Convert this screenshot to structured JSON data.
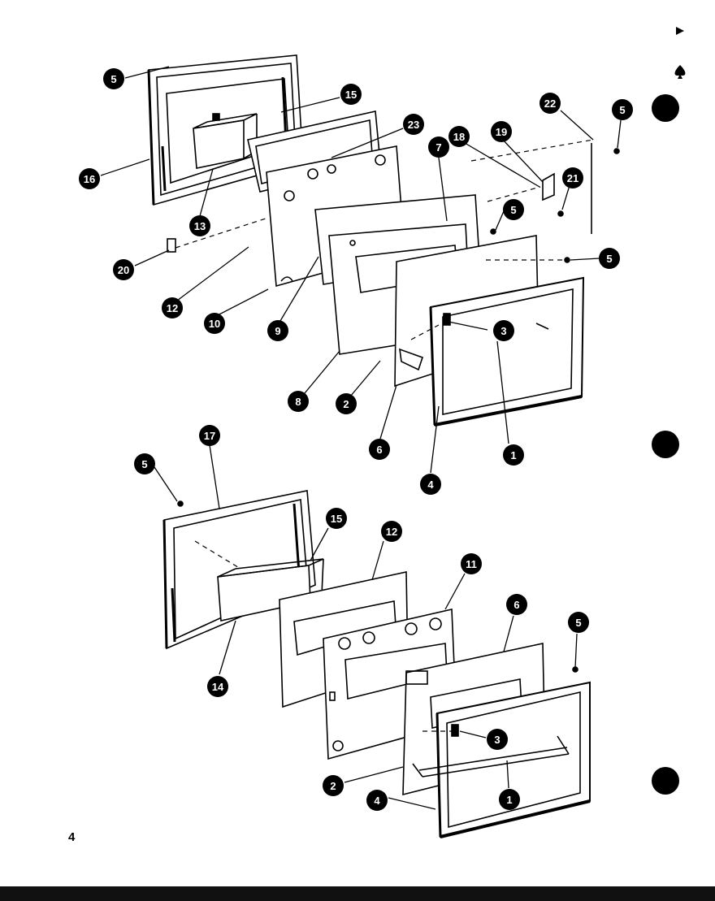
{
  "page": {
    "number": "4",
    "background": "#ffffff",
    "ink": "#000000"
  },
  "upper_assembly": {
    "callouts": [
      "5",
      "16",
      "13",
      "15",
      "23",
      "12",
      "20",
      "10",
      "9",
      "7",
      "18",
      "19",
      "22",
      "5",
      "21",
      "5",
      "5",
      "8",
      "2",
      "6",
      "3",
      "1",
      "4"
    ]
  },
  "lower_assembly": {
    "callouts": [
      "5",
      "17",
      "15",
      "12",
      "11",
      "6",
      "5",
      "14",
      "3",
      "2",
      "1",
      "4"
    ]
  },
  "margin_marks": {
    "top_triangle": "triangle-mark-icon",
    "spade": "spade-mark-icon",
    "binder_holes": 3
  }
}
